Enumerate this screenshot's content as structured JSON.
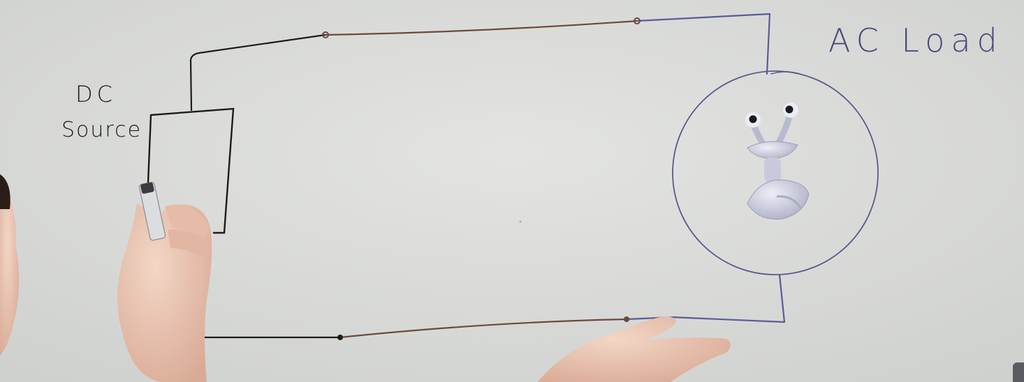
{
  "labels": {
    "dc_line1": "DC",
    "dc_line2": "Source",
    "ac_load": "AC Load"
  },
  "colors": {
    "board": "#d7d9d6",
    "ink_black": "#1c1c1c",
    "ink_brown": "#6a4a3a",
    "ink_blue": "#5a5a9a",
    "clay": "#c8cadc",
    "skin": "#e9c7b6"
  }
}
